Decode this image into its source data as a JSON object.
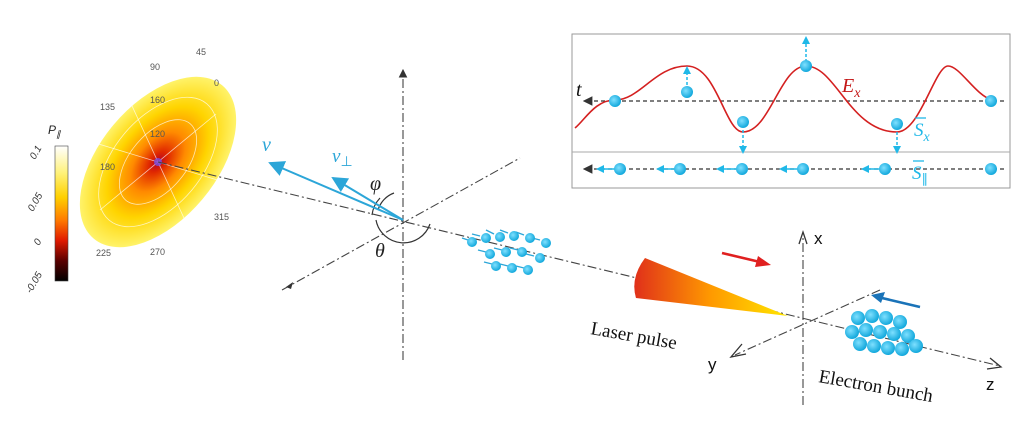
{
  "colorbar": {
    "title": "P",
    "title_sub": "∥",
    "ticks": [
      "0.1",
      "0.05",
      "0",
      "-0.05"
    ],
    "colors": [
      "#ffffff",
      "#fff27a",
      "#ffd000",
      "#ff7a00",
      "#e01a00",
      "#5a0000",
      "#000000"
    ]
  },
  "polar": {
    "angle_labels": [
      "90",
      "45",
      "0",
      "315",
      "270",
      "225",
      "180",
      "135"
    ],
    "radial_labels": [
      "160",
      "120"
    ]
  },
  "axes_left": {
    "v_label": "v",
    "vperp_label": "v",
    "vperp_sub": "⊥",
    "phi_label": "φ",
    "theta_label": "θ"
  },
  "inset": {
    "t_label": "t",
    "ex_label": "E",
    "ex_sub": "x",
    "sx_label": "S",
    "sx_sub": "x",
    "spar_label": "S",
    "spar_sub": "∥"
  },
  "axes_right": {
    "x_label": "x",
    "y_label": "y",
    "z_label": "z"
  },
  "labels": {
    "laser": "Laser pulse",
    "electron": "Electron bunch"
  },
  "colors": {
    "electron": "#1fb8e8",
    "wave": "#d42020",
    "laser_arrow": "#e02020",
    "bunch_arrow": "#1a73b8",
    "velocity": "#2ca6d8"
  }
}
